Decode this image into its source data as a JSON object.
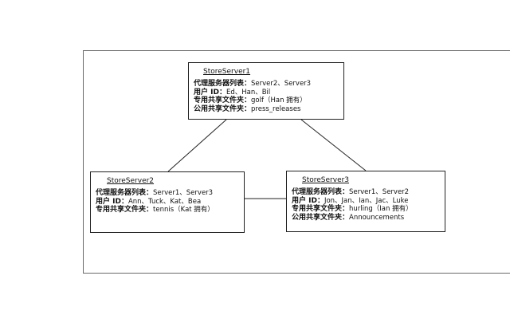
{
  "nodes": [
    {
      "title": "StoreServer1",
      "rows": [
        {
          "label": "代理服务器列表：",
          "value": "Server2、Server3"
        },
        {
          "label": "用户 ID：",
          "value": "Ed、Han、Bil"
        },
        {
          "label": "专用共享文件夹：",
          "value": "golf（Han 拥有）"
        },
        {
          "label": "公用共享文件夹：",
          "value": "press_releases"
        }
      ]
    },
    {
      "title": "StoreServer2",
      "rows": [
        {
          "label": "代理服务器列表：",
          "value": "Server1、Server3"
        },
        {
          "label": "用户 ID：",
          "value": "Ann、Tuck、Kat、Bea"
        },
        {
          "label": "专用共享文件夹：",
          "value": "tennis（Kat 拥有）"
        }
      ]
    },
    {
      "title": "StoreServer3",
      "rows": [
        {
          "label": "代理服务器列表：",
          "value": "Server1、Server2"
        },
        {
          "label": "用户 ID：",
          "value": "Jon、Jan、Ian、Jac、Luke"
        },
        {
          "label": "专用共享文件夹：",
          "value": "hurling（Ian 拥有）"
        },
        {
          "label": "公用共享文件夹：",
          "value": "Announcements"
        }
      ]
    }
  ]
}
